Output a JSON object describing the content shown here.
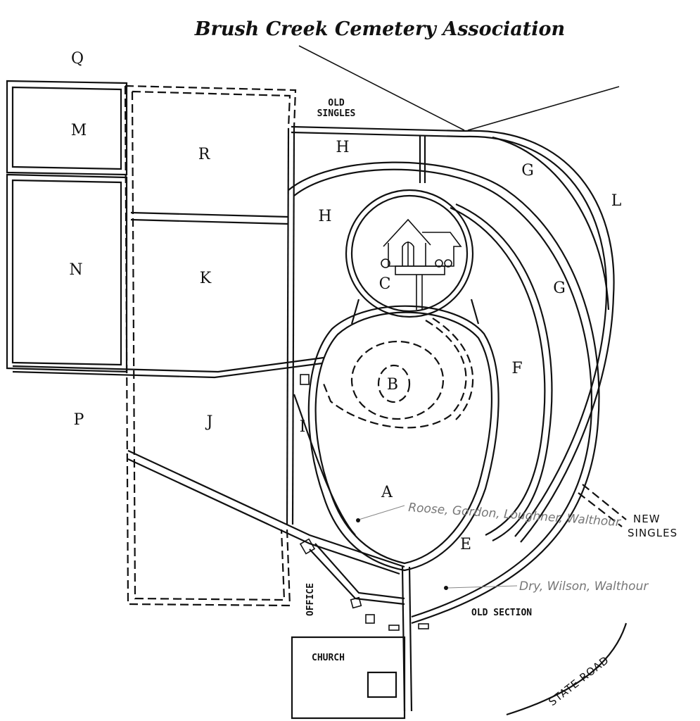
{
  "title": "Brush Creek Cemetery Association",
  "sections": {
    "M": "M",
    "N": "N",
    "P": "P",
    "Q": "Q",
    "R": "R",
    "K": "K",
    "J": "J",
    "H1": "H",
    "H2": "H",
    "C": "C",
    "B": "B",
    "A": "A",
    "I": "I",
    "F": "F",
    "E": "E",
    "G1": "G",
    "G2": "G",
    "L": "L"
  },
  "labels": {
    "old_singles_1": "OLD",
    "old_singles_2": "SINGLES",
    "new_singles_1": "NEW",
    "new_singles_2": "SINGLES",
    "old_section": "OLD SECTION",
    "office": "OFFICE",
    "church": "CHURCH",
    "state_road": "STATE ROAD"
  },
  "annotations": {
    "section_a_names": "Roose, Gordon, Loughner, Walthour",
    "section_e_names": "Dry, Wilson, Walthour"
  }
}
